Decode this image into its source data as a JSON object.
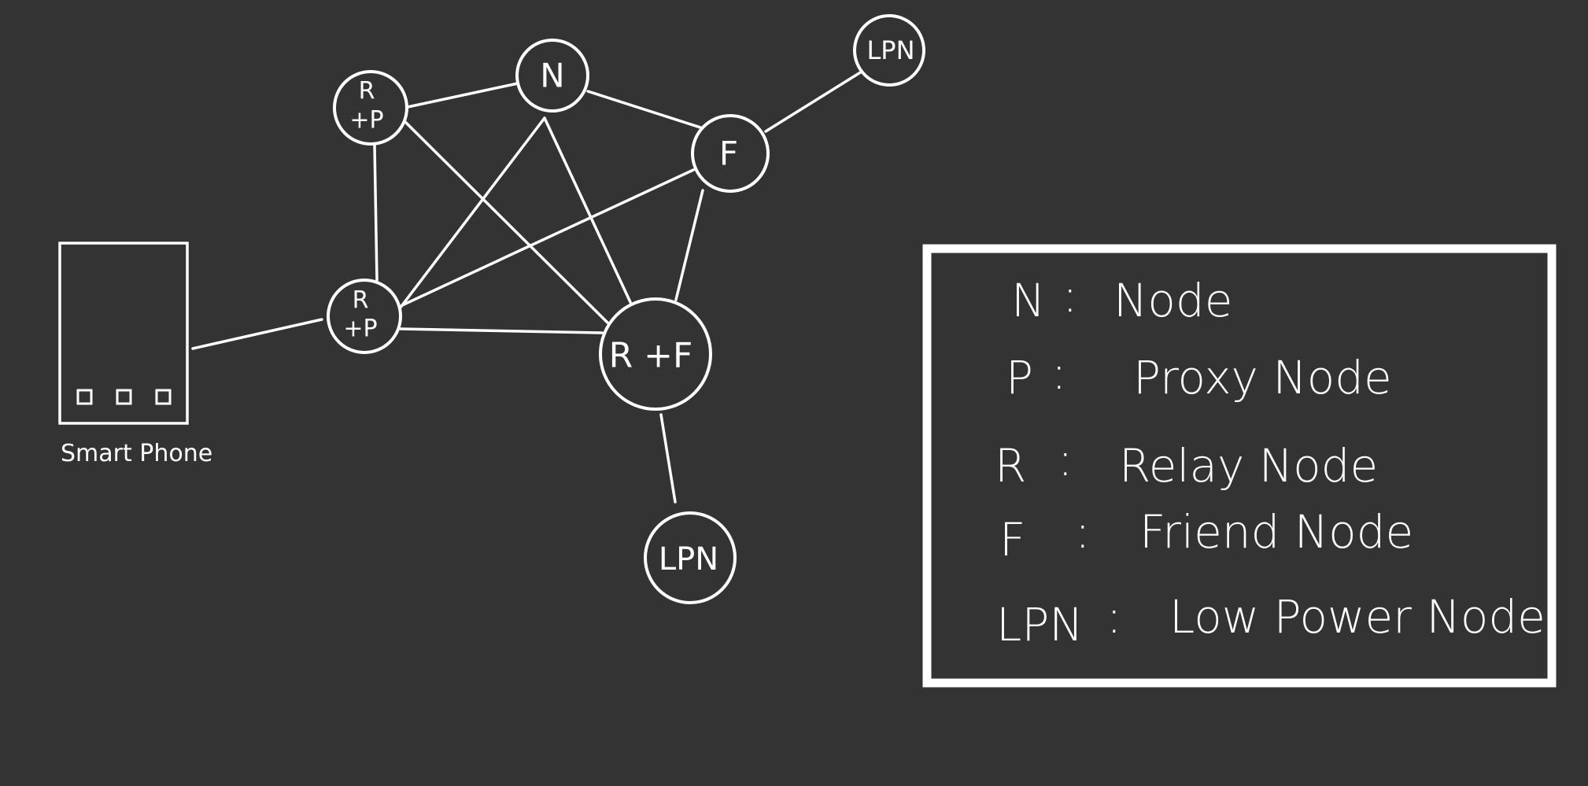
{
  "background_color": "#333333",
  "stroke_color": "#ffffff",
  "nodes": {
    "rp_top": {
      "line1": "R",
      "line2": "+P"
    },
    "n": {
      "label": "N"
    },
    "f": {
      "label": "F"
    },
    "lpn_top": {
      "label": "LPN"
    },
    "rp_bottom": {
      "line1": "R",
      "line2": "+P"
    },
    "rf": {
      "label": "R +F"
    },
    "lpn_bottom": {
      "label": "LPN"
    }
  },
  "smartphone": {
    "label": "Smart Phone",
    "icon": "smartphone-icon"
  },
  "legend": {
    "items": [
      {
        "abbr": "N",
        "sep": ":",
        "desc": "Node"
      },
      {
        "abbr": "P",
        "sep": ":",
        "desc": "Proxy Node"
      },
      {
        "abbr": "R",
        "sep": ":",
        "desc": "Relay Node"
      },
      {
        "abbr": "F",
        "sep": ":",
        "desc": "Friend Node"
      },
      {
        "abbr": "LPN",
        "sep": ":",
        "desc": "Low Power Node"
      }
    ]
  }
}
